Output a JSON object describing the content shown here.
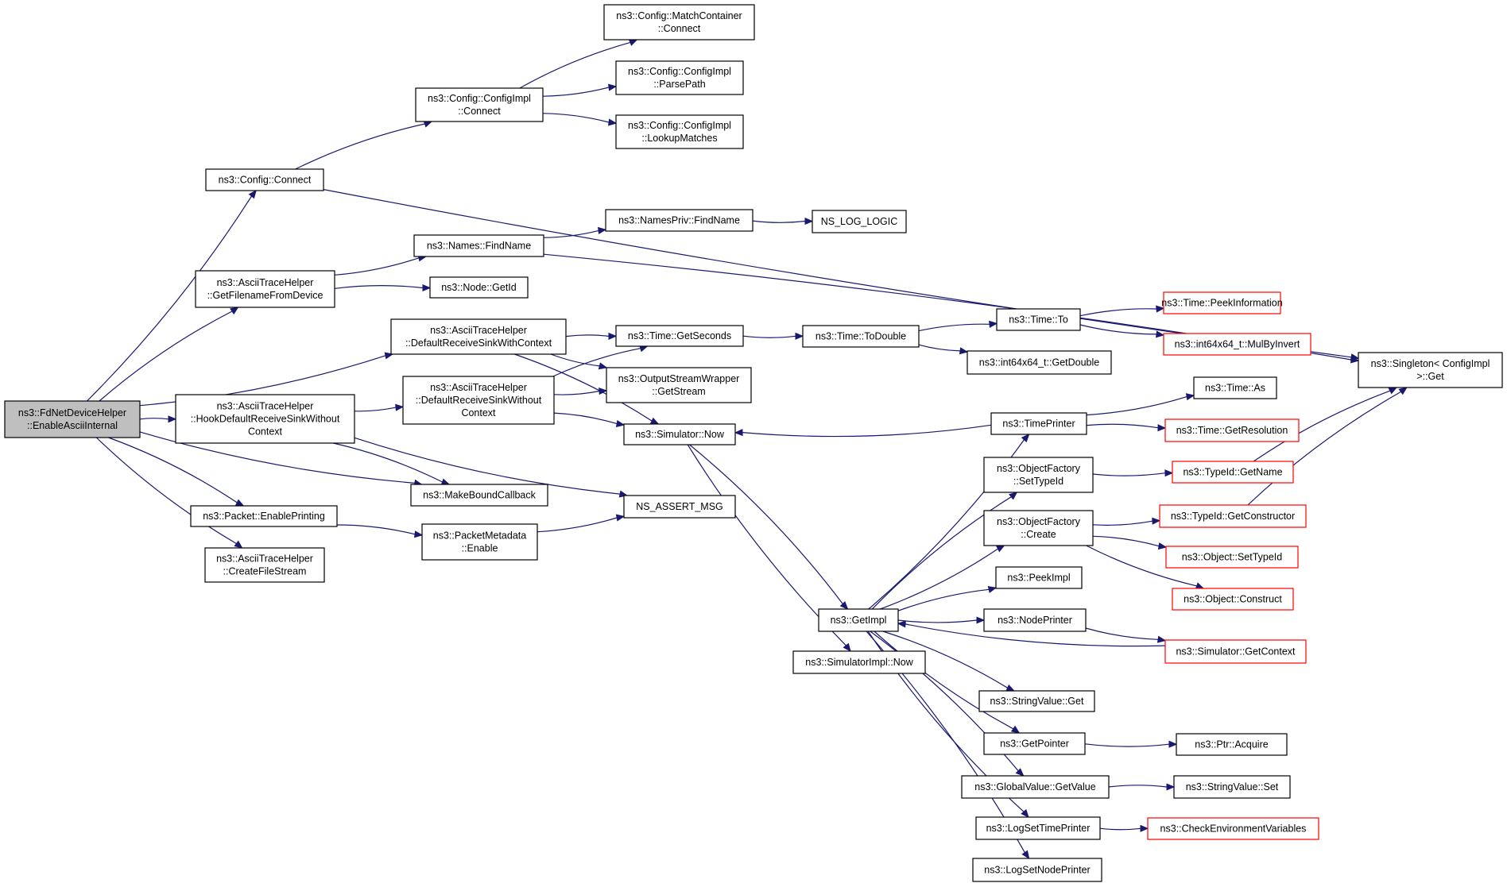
{
  "colors": {
    "edge": "#191970",
    "node_border": "#000000",
    "node_border_undocumented": "#ff0000",
    "root_fill": "#bfbfbf",
    "node_fill": "#ffffff"
  },
  "nodes": [
    {
      "id": "root",
      "lines": [
        "ns3::FdNetDeviceHelper",
        "::EnableAsciiInternal"
      ],
      "style": "root"
    },
    {
      "id": "configConnect",
      "lines": [
        "ns3::Config::Connect"
      ],
      "style": "normal"
    },
    {
      "id": "ccImplConnect",
      "lines": [
        "ns3::Config::ConfigImpl",
        "::Connect"
      ],
      "style": "normal"
    },
    {
      "id": "matchConnect",
      "lines": [
        "ns3::Config::MatchContainer",
        "::Connect"
      ],
      "style": "normal"
    },
    {
      "id": "parsePath",
      "lines": [
        "ns3::Config::ConfigImpl",
        "::ParsePath"
      ],
      "style": "normal"
    },
    {
      "id": "lookupMatches",
      "lines": [
        "ns3::Config::ConfigImpl",
        "::LookupMatches"
      ],
      "style": "normal"
    },
    {
      "id": "singletonGet",
      "lines": [
        "ns3::Singleton< ConfigImpl",
        " >::Get"
      ],
      "style": "normal"
    },
    {
      "id": "getFilename",
      "lines": [
        "ns3::AsciiTraceHelper",
        "::GetFilenameFromDevice"
      ],
      "style": "normal"
    },
    {
      "id": "namesFind",
      "lines": [
        "ns3::Names::FindName"
      ],
      "style": "normal"
    },
    {
      "id": "namesPrivFind",
      "lines": [
        "ns3::NamesPriv::FindName"
      ],
      "style": "normal"
    },
    {
      "id": "nsLogLogic",
      "lines": [
        "NS_LOG_LOGIC"
      ],
      "style": "normal"
    },
    {
      "id": "nodeGetId",
      "lines": [
        "ns3::Node::GetId"
      ],
      "style": "normal"
    },
    {
      "id": "defRecvWith",
      "lines": [
        "ns3::AsciiTraceHelper",
        "::DefaultReceiveSinkWithContext"
      ],
      "style": "normal"
    },
    {
      "id": "hookDefRecv",
      "lines": [
        "ns3::AsciiTraceHelper",
        "::HookDefaultReceiveSinkWithout",
        "Context"
      ],
      "style": "normal"
    },
    {
      "id": "defRecvWithout",
      "lines": [
        "ns3::AsciiTraceHelper",
        "::DefaultReceiveSinkWithout",
        "Context"
      ],
      "style": "normal"
    },
    {
      "id": "timeGetSeconds",
      "lines": [
        "ns3::Time::GetSeconds"
      ],
      "style": "normal"
    },
    {
      "id": "outStreamGet",
      "lines": [
        "ns3::OutputStreamWrapper",
        "::GetStream"
      ],
      "style": "normal"
    },
    {
      "id": "simNow",
      "lines": [
        "ns3::Simulator::Now"
      ],
      "style": "normal"
    },
    {
      "id": "timeToDouble",
      "lines": [
        "ns3::Time::ToDouble"
      ],
      "style": "normal"
    },
    {
      "id": "timeTo",
      "lines": [
        "ns3::Time::To"
      ],
      "style": "normal"
    },
    {
      "id": "peekInfo",
      "lines": [
        "ns3::Time::PeekInformation"
      ],
      "style": "red"
    },
    {
      "id": "mulByInvert",
      "lines": [
        "ns3::int64x64_t::MulByInvert"
      ],
      "style": "red"
    },
    {
      "id": "getDouble",
      "lines": [
        "ns3::int64x64_t::GetDouble"
      ],
      "style": "normal"
    },
    {
      "id": "makeBound",
      "lines": [
        "ns3::MakeBoundCallback"
      ],
      "style": "normal"
    },
    {
      "id": "nsAssert",
      "lines": [
        "NS_ASSERT_MSG"
      ],
      "style": "normal"
    },
    {
      "id": "pktEnable",
      "lines": [
        "ns3::Packet::EnablePrinting"
      ],
      "style": "normal"
    },
    {
      "id": "pktMetaEnable",
      "lines": [
        "ns3::PacketMetadata",
        "::Enable"
      ],
      "style": "normal"
    },
    {
      "id": "createFile",
      "lines": [
        "ns3::AsciiTraceHelper",
        "::CreateFileStream"
      ],
      "style": "normal"
    },
    {
      "id": "timePrinter",
      "lines": [
        "ns3::TimePrinter"
      ],
      "style": "normal"
    },
    {
      "id": "timeAs",
      "lines": [
        "ns3::Time::As"
      ],
      "style": "normal"
    },
    {
      "id": "timeGetRes",
      "lines": [
        "ns3::Time::GetResolution"
      ],
      "style": "red"
    },
    {
      "id": "ofSetTypeId",
      "lines": [
        "ns3::ObjectFactory",
        "::SetTypeId"
      ],
      "style": "normal"
    },
    {
      "id": "typeIdGetName",
      "lines": [
        "ns3::TypeId::GetName"
      ],
      "style": "red"
    },
    {
      "id": "ofCreate",
      "lines": [
        "ns3::ObjectFactory",
        "::Create"
      ],
      "style": "normal"
    },
    {
      "id": "typeIdGetCons",
      "lines": [
        "ns3::TypeId::GetConstructor"
      ],
      "style": "red"
    },
    {
      "id": "objSetTypeId",
      "lines": [
        "ns3::Object::SetTypeId"
      ],
      "style": "red"
    },
    {
      "id": "objConstruct",
      "lines": [
        "ns3::Object::Construct"
      ],
      "style": "red"
    },
    {
      "id": "peekImpl",
      "lines": [
        "ns3::PeekImpl"
      ],
      "style": "normal"
    },
    {
      "id": "getImpl",
      "lines": [
        "ns3::GetImpl"
      ],
      "style": "normal"
    },
    {
      "id": "nodePrinter",
      "lines": [
        "ns3::NodePrinter"
      ],
      "style": "normal"
    },
    {
      "id": "simGetContext",
      "lines": [
        "ns3::Simulator::GetContext"
      ],
      "style": "red"
    },
    {
      "id": "simImplNow",
      "lines": [
        "ns3::SimulatorImpl::Now"
      ],
      "style": "normal"
    },
    {
      "id": "strValGet",
      "lines": [
        "ns3::StringValue::Get"
      ],
      "style": "normal"
    },
    {
      "id": "getPointer",
      "lines": [
        "ns3::GetPointer"
      ],
      "style": "normal"
    },
    {
      "id": "ptrAcquire",
      "lines": [
        "ns3::Ptr::Acquire"
      ],
      "style": "normal"
    },
    {
      "id": "gvGetValue",
      "lines": [
        "ns3::GlobalValue::GetValue"
      ],
      "style": "normal"
    },
    {
      "id": "strValSet",
      "lines": [
        "ns3::StringValue::Set"
      ],
      "style": "normal"
    },
    {
      "id": "logSetTime",
      "lines": [
        "ns3::LogSetTimePrinter"
      ],
      "style": "normal"
    },
    {
      "id": "checkEnv",
      "lines": [
        "ns3::CheckEnvironmentVariables"
      ],
      "style": "red"
    },
    {
      "id": "logSetNode",
      "lines": [
        "ns3::LogSetNodePrinter"
      ],
      "style": "normal"
    }
  ],
  "edges": [
    [
      "root",
      "configConnect"
    ],
    [
      "root",
      "getFilename"
    ],
    [
      "root",
      "defRecvWith"
    ],
    [
      "root",
      "hookDefRecv"
    ],
    [
      "root",
      "makeBound"
    ],
    [
      "root",
      "pktEnable"
    ],
    [
      "root",
      "createFile"
    ],
    [
      "configConnect",
      "ccImplConnect"
    ],
    [
      "configConnect",
      "singletonGet"
    ],
    [
      "ccImplConnect",
      "matchConnect"
    ],
    [
      "ccImplConnect",
      "parsePath"
    ],
    [
      "ccImplConnect",
      "lookupMatches"
    ],
    [
      "getFilename",
      "namesFind"
    ],
    [
      "getFilename",
      "nodeGetId"
    ],
    [
      "namesFind",
      "namesPrivFind"
    ],
    [
      "namesFind",
      "singletonGet"
    ],
    [
      "namesPrivFind",
      "nsLogLogic"
    ],
    [
      "defRecvWith",
      "timeGetSeconds"
    ],
    [
      "defRecvWith",
      "outStreamGet"
    ],
    [
      "defRecvWith",
      "simNow"
    ],
    [
      "hookDefRecv",
      "defRecvWithout"
    ],
    [
      "hookDefRecv",
      "makeBound"
    ],
    [
      "hookDefRecv",
      "nsAssert"
    ],
    [
      "defRecvWithout",
      "timeGetSeconds"
    ],
    [
      "defRecvWithout",
      "outStreamGet"
    ],
    [
      "defRecvWithout",
      "simNow"
    ],
    [
      "timeGetSeconds",
      "timeToDouble"
    ],
    [
      "timeToDouble",
      "timeTo"
    ],
    [
      "timeToDouble",
      "getDouble"
    ],
    [
      "timeTo",
      "peekInfo"
    ],
    [
      "timeTo",
      "mulByInvert"
    ],
    [
      "simNow",
      "getImpl"
    ],
    [
      "simNow",
      "simImplNow"
    ],
    [
      "pktEnable",
      "pktMetaEnable"
    ],
    [
      "pktMetaEnable",
      "nsAssert"
    ],
    [
      "timePrinter",
      "simNow"
    ],
    [
      "timePrinter",
      "timeAs"
    ],
    [
      "timePrinter",
      "timeGetRes"
    ],
    [
      "getImpl",
      "timePrinter"
    ],
    [
      "getImpl",
      "ofSetTypeId"
    ],
    [
      "getImpl",
      "ofCreate"
    ],
    [
      "getImpl",
      "peekImpl"
    ],
    [
      "getImpl",
      "nodePrinter"
    ],
    [
      "getImpl",
      "strValGet"
    ],
    [
      "getImpl",
      "getPointer"
    ],
    [
      "getImpl",
      "gvGetValue"
    ],
    [
      "getImpl",
      "logSetTime"
    ],
    [
      "getImpl",
      "logSetNode"
    ],
    [
      "ofSetTypeId",
      "typeIdGetName"
    ],
    [
      "typeIdGetName",
      "singletonGet"
    ],
    [
      "ofCreate",
      "typeIdGetCons"
    ],
    [
      "ofCreate",
      "objSetTypeId"
    ],
    [
      "ofCreate",
      "objConstruct"
    ],
    [
      "typeIdGetCons",
      "singletonGet"
    ],
    [
      "nodePrinter",
      "simGetContext"
    ],
    [
      "simGetContext",
      "getImpl"
    ],
    [
      "getPointer",
      "ptrAcquire"
    ],
    [
      "gvGetValue",
      "strValSet"
    ],
    [
      "logSetTime",
      "checkEnv"
    ]
  ]
}
